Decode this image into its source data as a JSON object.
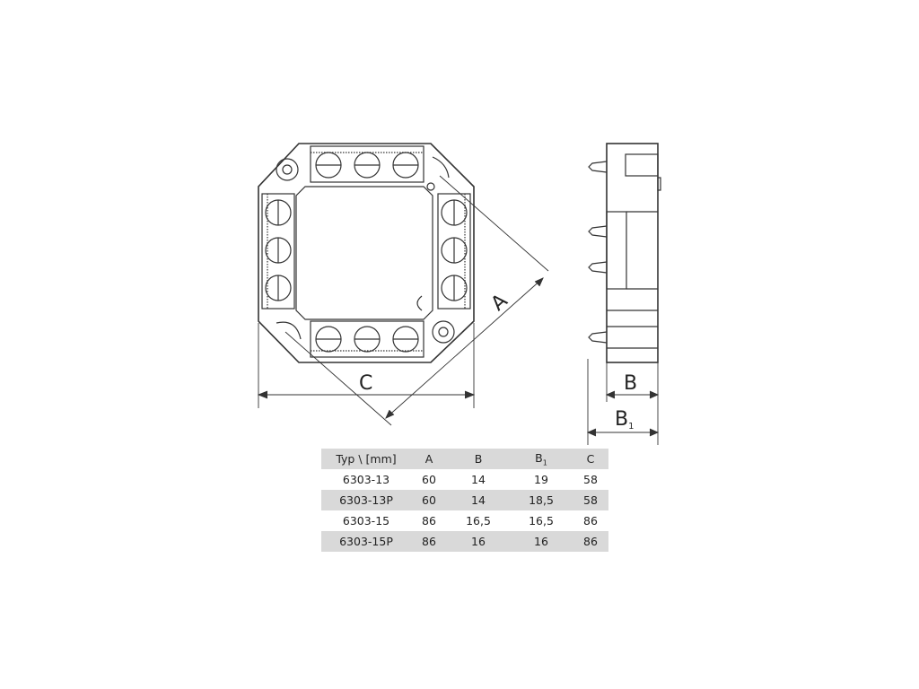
{
  "drawing": {
    "labels": {
      "a": "A",
      "b": "B",
      "b1_main": "B",
      "b1_sub": "1",
      "c": "C"
    }
  },
  "table": {
    "headers": {
      "typ": "Typ \\ [mm]",
      "a": "A",
      "b": "B",
      "b1_main": "B",
      "b1_sub": "1",
      "c": "C"
    },
    "rows": [
      {
        "typ": "6303-13",
        "a": "60",
        "b": "14",
        "b1": "19",
        "c": "58"
      },
      {
        "typ": "6303-13P",
        "a": "60",
        "b": "14",
        "b1": "18,5",
        "c": "58"
      },
      {
        "typ": "6303-15",
        "a": "86",
        "b": "16,5",
        "b1": "16,5",
        "c": "86"
      },
      {
        "typ": "6303-15P",
        "a": "86",
        "b": "16",
        "b1": "16",
        "c": "86"
      }
    ]
  }
}
